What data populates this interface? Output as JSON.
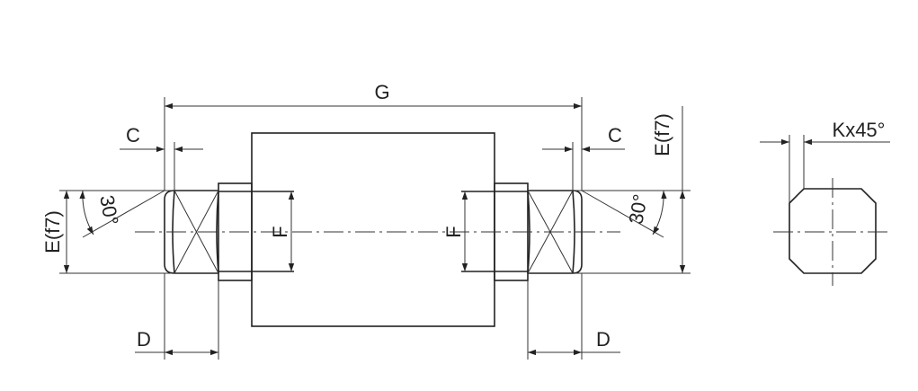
{
  "labels": {
    "g": "G",
    "c_left": "C",
    "c_right": "C",
    "d_left": "D",
    "d_right": "D",
    "e_left": "E(f7)",
    "e_right": "E(f7)",
    "f_left": "F",
    "f_right": "F",
    "angle_left": "30°",
    "angle_right": "30°",
    "chamfer": "Kx45°"
  },
  "colors": {
    "line": "#222222",
    "background": "#ffffff"
  }
}
